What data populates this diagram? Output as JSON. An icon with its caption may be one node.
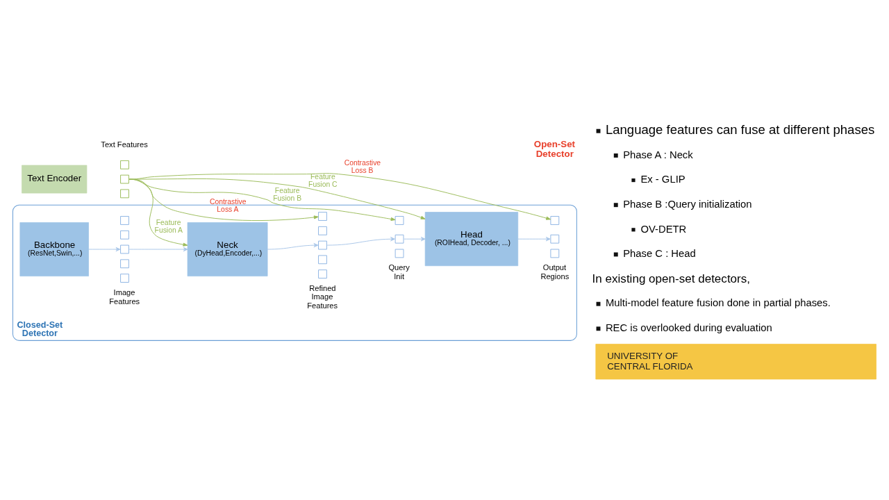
{
  "diagram": {
    "nodes": [
      {
        "text": [
          "Text Encoder"
        ]
      },
      {
        "text": [],
        "shape": "box",
        "beside": [
          "Text Features"
        ]
      },
      {
        "text": [],
        "shape": "box"
      },
      {
        "text": [],
        "shape": "box"
      },
      {
        "text": [
          "Closed-Set Detector"
        ]
      },
      {
        "text": [
          "Backbone",
          "(ResNet,Swin,...)"
        ],
        "in": 4
      },
      {
        "text": [],
        "shape": "box",
        "in": 4
      },
      {
        "text": [],
        "shape": "box",
        "in": 4
      },
      {
        "text": [],
        "shape": "box",
        "in": 4
      },
      {
        "text": [],
        "shape": "box",
        "in": 4
      },
      {
        "text": [],
        "shape": "box",
        "in": 4,
        "beside": [
          "Image Features"
        ]
      },
      {
        "text": [
          "Neck",
          "(DyHead,Encoder,...)"
        ],
        "in": 4
      },
      {
        "text": [],
        "shape": "box",
        "in": 4
      },
      {
        "text": [],
        "shape": "box",
        "in": 4
      },
      {
        "text": [],
        "shape": "box",
        "in": 4
      },
      {
        "text": [],
        "shape": "box",
        "in": 4
      },
      {
        "text": [],
        "shape": "box",
        "in": 4,
        "beside": [
          "Refined Image Features"
        ]
      },
      {
        "text": [],
        "shape": "box",
        "in": 4
      },
      {
        "text": [],
        "shape": "box",
        "in": 4
      },
      {
        "text": [],
        "shape": "box",
        "in": 4,
        "beside": [
          "Query Init"
        ]
      },
      {
        "text": [
          "Head",
          "(ROIHead, Decoder, ...)"
        ],
        "in": 4
      },
      {
        "text": [],
        "shape": "box",
        "in": 4
      },
      {
        "text": [],
        "shape": "box",
        "in": 4
      },
      {
        "text": [],
        "shape": "box",
        "in": 4,
        "beside": [
          "Output Regions"
        ]
      },
      {
        "text": [
          "UNIVERSITY OF CENTRAL FLORIDA"
        ]
      }
    ],
    "edges": [
      {
        "from": 5,
        "to": 8,
        "arrow": "to"
      },
      {
        "from": 8,
        "to": 11,
        "arrow": "to"
      },
      {
        "from": 11,
        "to": 14,
        "arrow": "to"
      },
      {
        "from": 14,
        "to": 18,
        "arrow": "to"
      },
      {
        "from": 18,
        "to": 20,
        "arrow": "to"
      },
      {
        "from": 20,
        "to": 22,
        "arrow": "to"
      },
      {
        "from": 2,
        "to": 11,
        "arrow": "to",
        "label": "Feature Fusion A",
        "color": "#9bbb59"
      },
      {
        "from": 2,
        "to": 12,
        "arrow": "to",
        "label": "Contrastive Loss A",
        "color": "#9bbb59"
      },
      {
        "from": 2,
        "to": 17,
        "arrow": "to",
        "label": "Feature Fusion B",
        "color": "#9bbb59"
      },
      {
        "from": 2,
        "to": 20,
        "arrow": "to",
        "label": "Feature Fusion C",
        "color": "#9bbb59"
      },
      {
        "from": 2,
        "to": 21,
        "arrow": "to",
        "label": "Contrastive Loss B",
        "color": "#9bbb59"
      }
    ],
    "labels": [
      "Open-Set Detector",
      "Language features can fuse at different phases",
      "Phase A : Neck",
      "Ex - GLIP",
      "Phase B :Query initialization",
      "OV-DETR",
      "Phase C : Head",
      "In existing open-set detectors,",
      "Multi-model feature fusion done in partial phases.",
      "REC is overlooked during evaluation"
    ]
  }
}
